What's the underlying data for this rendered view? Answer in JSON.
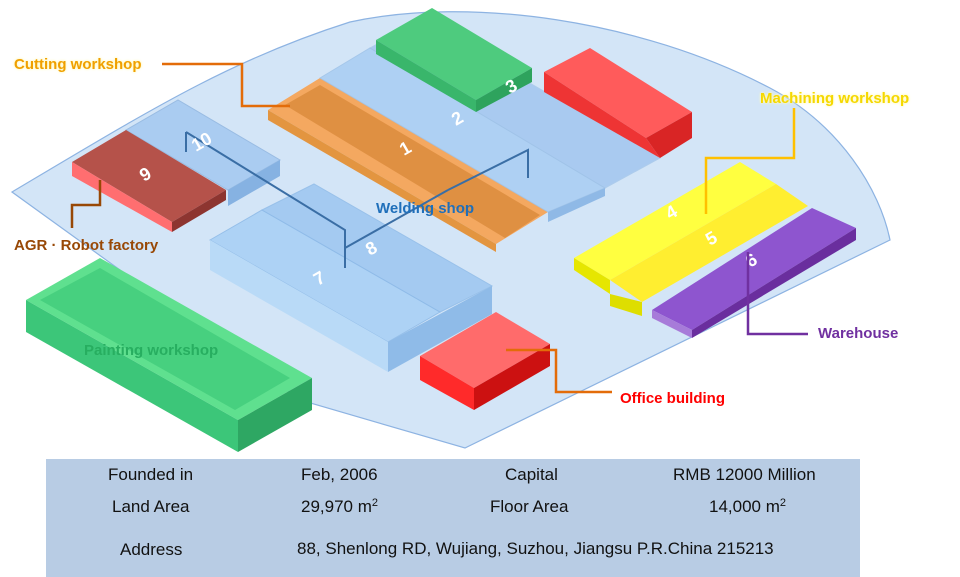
{
  "labels": {
    "cutting": "Cutting  workshop",
    "machining": "Machining workshop",
    "agr": "AGR · Robot factory",
    "welding": "Welding shop",
    "painting": "Painting workshop",
    "warehouse": "Warehouse",
    "office": "Office building"
  },
  "building_numbers": [
    "1",
    "2",
    "3",
    "4",
    "5",
    "6",
    "7",
    "8",
    "9",
    "10"
  ],
  "info": {
    "founded_label": "Founded in",
    "founded_value": "Feb, 2006",
    "capital_label": "Capital",
    "capital_value": "RMB 12000 Million",
    "land_label": "Land Area",
    "land_value": "29,970 m",
    "land_unit_sup": "2",
    "floor_label": "Floor Area",
    "floor_value": "14,000 m",
    "floor_unit_sup": "2",
    "address_label": "Address",
    "address_value": "88, Shenlong RD, Wujiang, Suzhou, Jiangsu P.R.China  215213"
  },
  "colors": {
    "ground": "#cfe2f6",
    "cutting": "#e36c09",
    "machining": "#ffc000",
    "agr": "#984806",
    "welding": "#1f6fba",
    "painting": "#27ae60",
    "warehouse": "#7030a0",
    "office": "#ff0000",
    "info_bg": "#b8cce4"
  }
}
